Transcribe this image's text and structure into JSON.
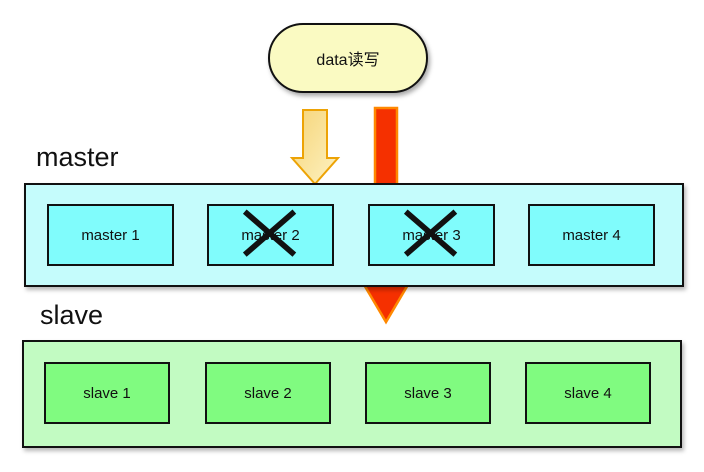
{
  "bubble": {
    "label": "data读写"
  },
  "master": {
    "title": "master",
    "nodes": [
      {
        "label": "master 1",
        "crossed": false
      },
      {
        "label": "master 2",
        "crossed": true
      },
      {
        "label": "master 3",
        "crossed": true
      },
      {
        "label": "master 4",
        "crossed": false
      }
    ]
  },
  "slave": {
    "title": "slave",
    "nodes": [
      {
        "label": "slave 1"
      },
      {
        "label": "slave 2"
      },
      {
        "label": "slave 3"
      },
      {
        "label": "slave 4"
      }
    ]
  },
  "icons": {
    "yellow_down_arrow": "short blocked write path arrow from bubble to master row",
    "red_down_arrow": "long read/write path arrow from bubble through master row to slave row",
    "cross": "black X marking failed master node"
  },
  "colors": {
    "bubble_fill": "#fafac2",
    "master_container_fill": "#c5fcfc",
    "master_node_fill": "#80fcfc",
    "slave_container_fill": "#c2fbc2",
    "slave_node_fill": "#80fb80",
    "yellow_arrow_fill": "#f8dd8e",
    "yellow_arrow_border": "#eda305",
    "red_arrow_fill": "#f53000",
    "red_arrow_border": "#ff8800",
    "border": "#111111"
  }
}
